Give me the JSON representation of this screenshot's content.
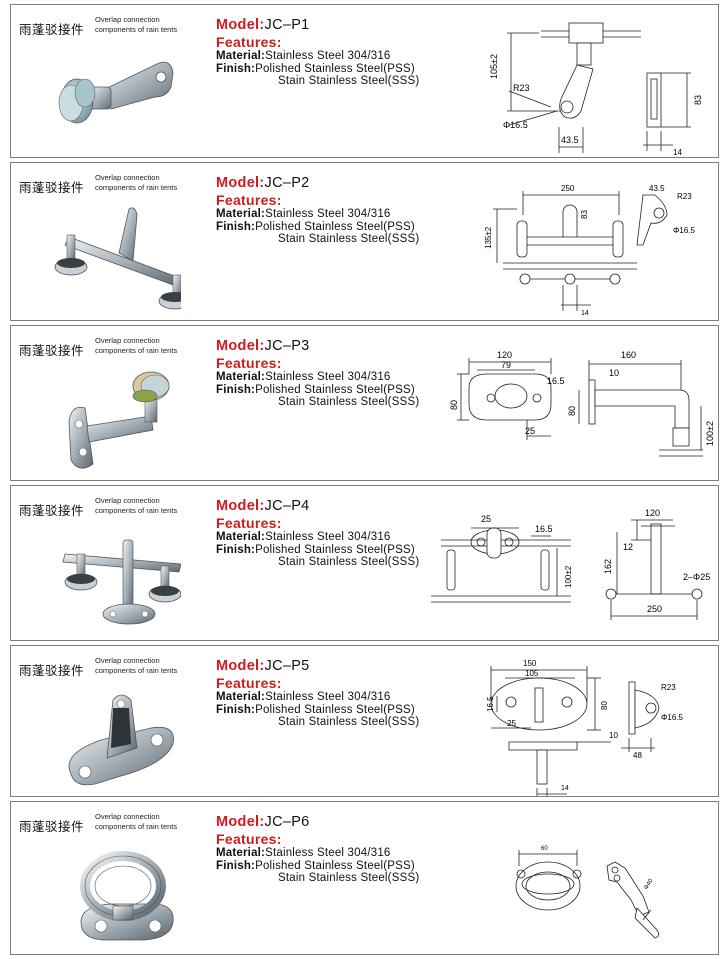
{
  "products": [
    {
      "cn_title": "雨蓬驳接件",
      "en_line1": "Overlap connection",
      "en_line2": "components of rain tents",
      "model_label": "Model:",
      "model_value": "JC–P1",
      "features_label": "Features:",
      "material_label": "Material:",
      "material_value": "Stainless Steel 304/316",
      "finish_label": "Finish:",
      "finish_value": "Polished Stainless Steel(PSS)",
      "finish_value2": "Stain Stainless Steel(SSS)",
      "dims": [
        "105±2",
        "R23",
        "Φ16.5",
        "43.5",
        "83",
        "14"
      ]
    },
    {
      "cn_title": "雨蓬驳接件",
      "en_line1": "Overlap connection",
      "en_line2": "components of rain tents",
      "model_label": "Model:",
      "model_value": "JC–P2",
      "features_label": "Features:",
      "material_label": "Material:",
      "material_value": "Stainless Steel 304/316",
      "finish_label": "Finish:",
      "finish_value": "Polished Stainless Steel(PSS)",
      "finish_value2": "Stain Stainless Steel(SSS)",
      "dims": [
        "250",
        "83",
        "135±2",
        "43.5",
        "R23",
        "Φ16.5",
        "14"
      ]
    },
    {
      "cn_title": "雨蓬驳接件",
      "en_line1": "Overlap connection",
      "en_line2": "components of rain tents",
      "model_label": "Model:",
      "model_value": "JC–P3",
      "features_label": "Features:",
      "material_label": "Material:",
      "material_value": "Stainless Steel 304/316",
      "finish_label": "Finish:",
      "finish_value": "Polished Stainless Steel(PSS)",
      "finish_value2": "Stain Stainless Steel(SSS)",
      "dims": [
        "120",
        "79",
        "16.5",
        "80",
        "25",
        "160",
        "10",
        "80",
        "100±2"
      ]
    },
    {
      "cn_title": "雨蓬驳接件",
      "en_line1": "Overlap connection",
      "en_line2": "components of rain tents",
      "model_label": "Model:",
      "model_value": "JC–P4",
      "features_label": "Features:",
      "material_label": "Material:",
      "material_value": "Stainless Steel 304/316",
      "finish_label": "Finish:",
      "finish_value": "Polished Stainless Steel(PSS)",
      "finish_value2": "Stain Stainless Steel(SSS)",
      "dims": [
        "25",
        "16.5",
        "100±2",
        "120",
        "12",
        "162",
        "2–Φ25",
        "250"
      ]
    },
    {
      "cn_title": "雨蓬驳接件",
      "en_line1": "Overlap connection",
      "en_line2": "components of rain tents",
      "model_label": "Model:",
      "model_value": "JC–P5",
      "features_label": "Features:",
      "material_label": "Material:",
      "material_value": "Stainless Steel 304/316",
      "finish_label": "Finish:",
      "finish_value": "Polished Stainless Steel(PSS)",
      "finish_value2": "Stain Stainless Steel(SSS)",
      "dims": [
        "150",
        "105",
        "16.5",
        "80",
        "25",
        "R23",
        "Φ16.5",
        "10",
        "48",
        "14"
      ]
    },
    {
      "cn_title": "雨蓬驳接件",
      "en_line1": "Overlap connection",
      "en_line2": "components of rain tents",
      "model_label": "Model:",
      "model_value": "JC–P6",
      "features_label": "Features:",
      "material_label": "Material:",
      "material_value": "Stainless Steel 304/316",
      "finish_label": "Finish:",
      "finish_value": "Polished Stainless Steel(PSS)",
      "finish_value2": "Stain Stainless Steel(SSS)",
      "dims": [
        "60",
        "Φ40"
      ]
    }
  ],
  "colors": {
    "accent": "#d11a1a",
    "line": "#222222",
    "border": "#7d7d7d",
    "metal": "#a9b3bb"
  }
}
